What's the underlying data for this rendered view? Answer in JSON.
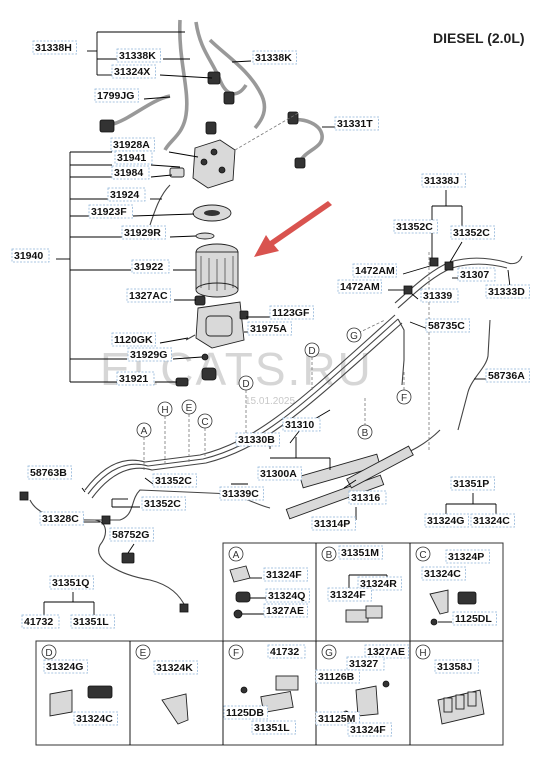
{
  "title": "DIESEL (2.0L)",
  "watermark": "ELCATS.RU",
  "watermark_date": "15.01.2025",
  "labels": {
    "l31338H": "31338H",
    "l31338K_a": "31338K",
    "l31324X": "31324X",
    "l31338K_b": "31338K",
    "l1799JG": "1799JG",
    "l31331T": "31331T",
    "l31928A": "31928A",
    "l31941": "31941",
    "l31984": "31984",
    "l31924": "31924",
    "l31923F": "31923F",
    "l31929R": "31929R",
    "l31940": "31940",
    "l31922": "31922",
    "l1327AC": "1327AC",
    "l1123GF": "1123GF",
    "l31975A": "31975A",
    "l1120GK": "1120GK",
    "l31929G": "31929G",
    "l31921": "31921",
    "l31338J": "31338J",
    "l31352C_a": "31352C",
    "l31352C_b": "31352C",
    "l1472AM_a": "1472AM",
    "l31307": "31307",
    "l1472AM_b": "1472AM",
    "l31333D": "31333D",
    "l31339": "31339",
    "l58735C": "58735C",
    "l58736A": "58736A",
    "l31310": "31310",
    "l31330B": "31330B",
    "l31300A": "31300A",
    "l58763B": "58763B",
    "l31352C_c": "31352C",
    "l31339C": "31339C",
    "l31352C_d": "31352C",
    "l31316": "31316",
    "l31314P": "31314P",
    "l31351P": "31351P",
    "l31324G_a": "31324G",
    "l31324C_a": "31324C",
    "l31328C": "31328C",
    "l58752G": "58752G",
    "l31351Q": "31351Q",
    "l41732_a": "41732",
    "l31351L_a": "31351L"
  },
  "callouts": [
    "A",
    "B",
    "C",
    "D",
    "E",
    "F",
    "G",
    "H"
  ],
  "detail_boxes": {
    "A": {
      "letter": "A",
      "parts": [
        "31324F",
        "31324Q",
        "1327AE"
      ]
    },
    "B": {
      "letter": "B",
      "parts": [
        "31351M",
        "31324R",
        "31324F"
      ]
    },
    "C": {
      "letter": "C",
      "parts": [
        "31324P",
        "31324C",
        "1125DL"
      ]
    },
    "D": {
      "letter": "D",
      "parts": [
        "31324G",
        "31324C"
      ]
    },
    "E": {
      "letter": "E",
      "parts": [
        "31324K"
      ]
    },
    "F": {
      "letter": "F",
      "parts": [
        "41732",
        "1125DB",
        "31351L"
      ]
    },
    "G": {
      "letter": "G",
      "parts": [
        "1327AE",
        "31327",
        "31126B",
        "31125M",
        "31324F"
      ]
    },
    "H": {
      "letter": "H",
      "parts": [
        "31358J"
      ]
    }
  },
  "colors": {
    "arrow": "#d9534f",
    "label_border": "#8fb4d8"
  }
}
